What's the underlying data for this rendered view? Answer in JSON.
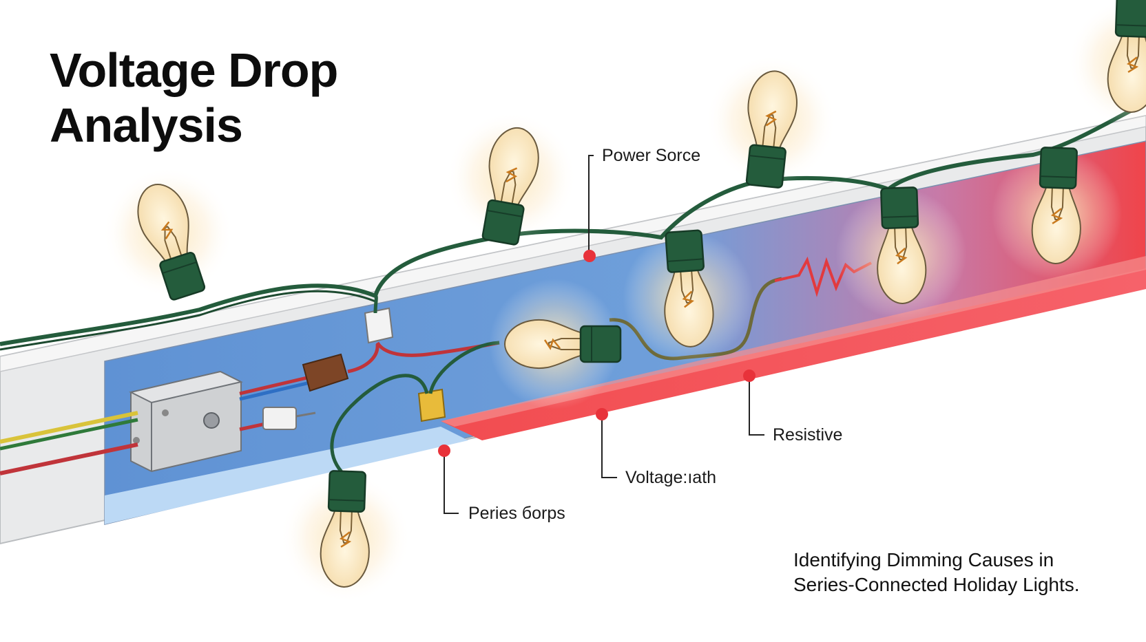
{
  "title": {
    "line1": "Voltage Drop",
    "line2": "Analysis"
  },
  "subtitle": {
    "line1": "Identifying Dimming Causes in",
    "line2": "Series-Connected Holiday Lights."
  },
  "callouts": {
    "power_source": "Power Sorce",
    "resistive": "Resistive",
    "voltage_path": "Voltage:ıath",
    "series_bulbs": "Peries бorps"
  },
  "colors": {
    "wire_green": "#245c3c",
    "bulb_glow": "#f6d99a",
    "channel_blue": "#6a9bd8",
    "hot_red": "#f0444a",
    "marker_red": "#e8323a"
  }
}
